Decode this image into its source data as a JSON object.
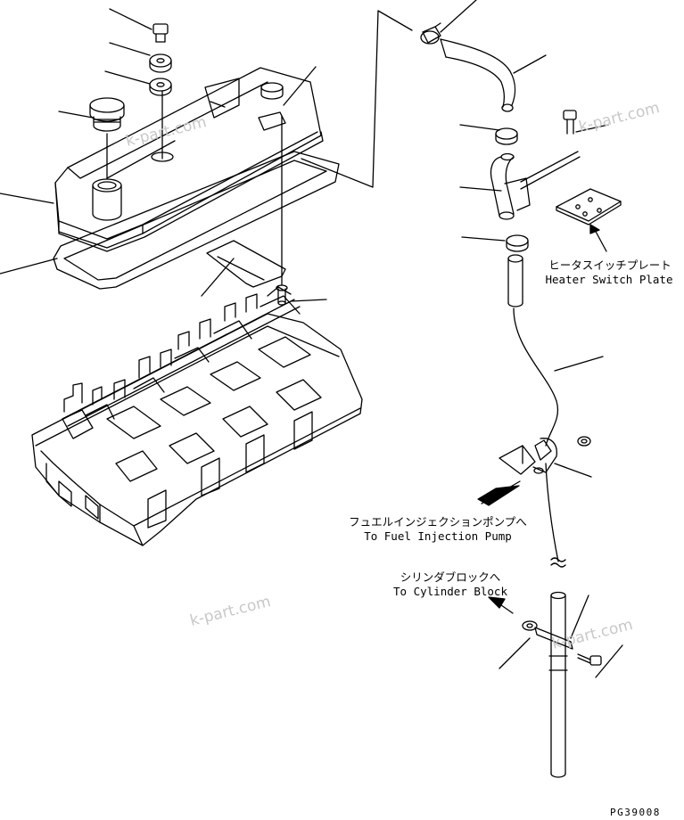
{
  "labels": {
    "heater_switch_plate_jp": "ヒータスイッチプレート",
    "heater_switch_plate_en": "Heater Switch Plate",
    "to_fuel_injection_pump_jp": "フュエルインジェクションポンプへ",
    "to_fuel_injection_pump_en": "To Fuel Injection Pump",
    "to_cylinder_block_jp": "シリンダブロックへ",
    "to_cylinder_block_en": "To Cylinder Block",
    "drawing_code": "PG39008"
  },
  "watermarks": [
    "k-part.com",
    "k-part.com",
    "k-part.com",
    "k-part.com"
  ]
}
